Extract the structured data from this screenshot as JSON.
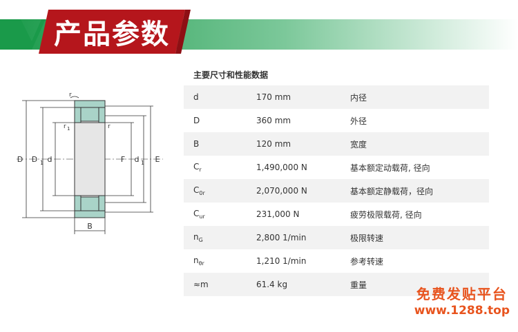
{
  "banner": {
    "title": "产品参数"
  },
  "spec": {
    "title": "主要尺寸和性能数据",
    "rows": [
      {
        "symbol": "d",
        "sub": "",
        "value": "170 mm",
        "desc": "内径"
      },
      {
        "symbol": "D",
        "sub": "",
        "value": "360 mm",
        "desc": "外径"
      },
      {
        "symbol": "B",
        "sub": "",
        "value": "120 mm",
        "desc": "宽度"
      },
      {
        "symbol": "C",
        "sub": "r",
        "value": "1,490,000 N",
        "desc": "基本额定动载荷, 径向"
      },
      {
        "symbol": "C",
        "sub": "0r",
        "value": "2,070,000 N",
        "desc": "基本额定静载荷，径向"
      },
      {
        "symbol": "C",
        "sub": "ur",
        "value": "231,000 N",
        "desc": "疲劳极限载荷, 径向"
      },
      {
        "symbol": "n",
        "sub": "G",
        "value": "2,800 1/min",
        "desc": "极限转速"
      },
      {
        "symbol": "n",
        "sub": "θr",
        "value": "1,210 1/min",
        "desc": "参考转速"
      },
      {
        "symbol": "≈m",
        "sub": "",
        "value": "61.4 kg",
        "desc": "重量"
      }
    ]
  },
  "diagram": {
    "labels": {
      "D": "D",
      "D1": "D",
      "D1_sub": "1",
      "d": "d",
      "F": "F",
      "d1": "d",
      "d1_sub": "1",
      "E": "E",
      "B": "B",
      "r_top": "r",
      "r1": "r",
      "r1_sub": "1",
      "r_inner": "r"
    }
  },
  "watermark": {
    "line1": "免费发贴平台",
    "line2": "www.1288.top"
  },
  "colors": {
    "banner_red": "#b5161c",
    "banner_green": "#1a9a4a",
    "watermark": "#e8541e",
    "bearing_green": "#a9d3c8"
  }
}
